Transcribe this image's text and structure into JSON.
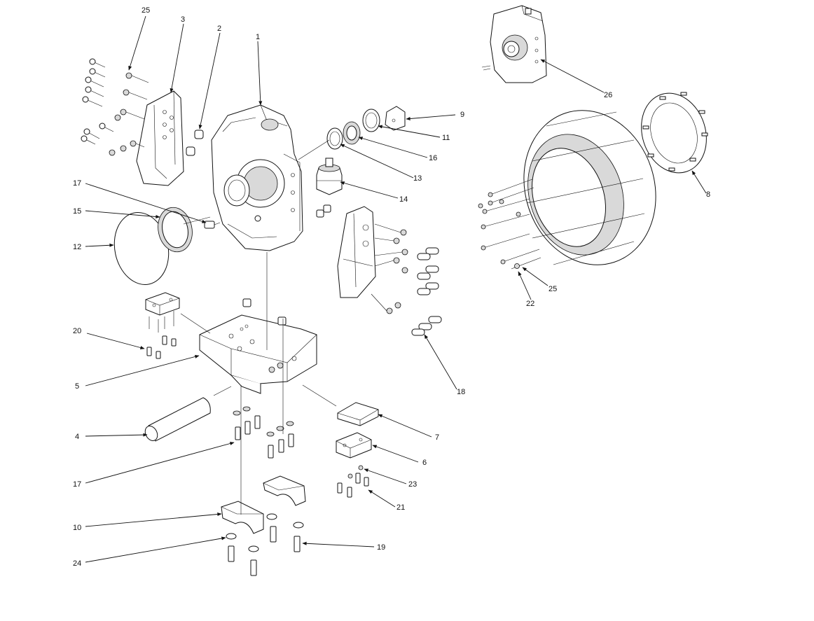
{
  "callouts": {
    "c1": "1",
    "c2": "2",
    "c3": "3",
    "c4": "4",
    "c5": "5",
    "c6": "6",
    "c7": "7",
    "c8": "8",
    "c9": "9",
    "c10": "10",
    "c11": "11",
    "c12": "12",
    "c13": "13",
    "c14": "14",
    "c15": "15",
    "c16": "16",
    "c17a": "17",
    "c17b": "17",
    "c18": "18",
    "c19": "19",
    "c20": "20",
    "c21": "21",
    "c22": "22",
    "c23": "23",
    "c24": "24",
    "c25a": "25",
    "c25b": "25",
    "c26": "26"
  },
  "colors": {
    "line": "#111111",
    "shade": "#d9d9d9",
    "background": "#ffffff"
  }
}
